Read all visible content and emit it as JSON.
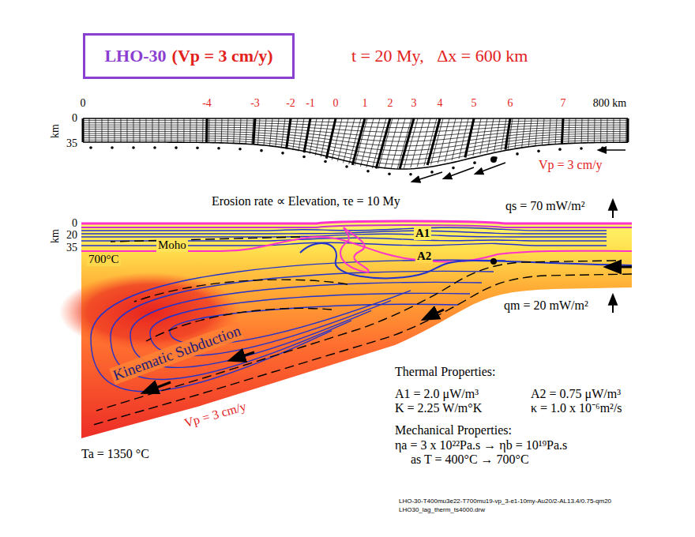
{
  "diagram": {
    "nodes": [
      {
        "text": [
          "LHO-30",
          "(Vp = 3 cm/y)"
        ]
      }
    ],
    "edges": [],
    "labels": [
      "t = 20 My,   Δx = 600 km",
      "0",
      "-4",
      "-3",
      "-2",
      "-1",
      "0",
      "1",
      "2",
      "3",
      "4",
      "5",
      "6",
      "7",
      "800 km",
      "0",
      "35",
      "km",
      "Vp = 3 cm/y",
      "Erosion rate ∝ Elevation, τe = 10 My",
      "qs = 70 mW/m²",
      "0",
      "20",
      "35",
      "km",
      "Moho",
      "700°C",
      "A1",
      "A2",
      "qm = 20 mW/m²",
      "Kinematic Subduction",
      "Vp = 3 cm/y",
      "Thermal Properties:",
      "A1 = 2.0 μW/m³",
      "A2 = 0.75 μW/m³",
      "K = 2.25 W/m°K",
      "κ = 1.0 x 10⁻⁶m²/s",
      "Mechanical Properties:",
      "ηa = 3 x 10²²Pa.s → ηb = 10¹⁹Pa.s",
      "as T = 400°C → 700°C",
      "Ta = 1350 °C",
      "LHO-30-T400mu3e22-T700mu19-vp_3-e1-10my-Au20/2-AL13.4/0.75-qm20",
      "LHO30_lag_therm_ts4000.drw"
    ]
  }
}
